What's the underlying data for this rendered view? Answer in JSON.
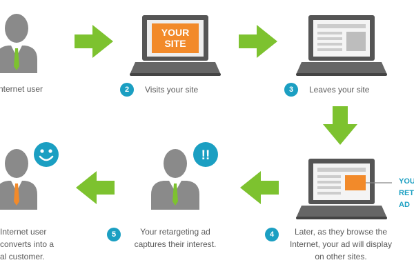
{
  "colors": {
    "arrow_green": "#7dc22f",
    "step_blue": "#1b9fc2",
    "site_orange": "#f28a2a",
    "person_gray": "#8a8a8a",
    "laptop_dark": "#555555",
    "text_gray": "#5a5a5a"
  },
  "steps": [
    {
      "number": "",
      "lines": [
        "nternet user"
      ],
      "icon": "person-icon"
    },
    {
      "number": "2",
      "lines": [
        "Visits your site"
      ],
      "icon": "laptop-your-site-icon"
    },
    {
      "number": "3",
      "lines": [
        "Leaves your site"
      ],
      "icon": "laptop-webpage-icon"
    },
    {
      "number": "4",
      "lines": [
        "Later, as they browse the",
        "Internet, your ad will display",
        "on other sites."
      ],
      "icon": "laptop-ad-icon"
    },
    {
      "number": "5",
      "lines": [
        "Your retargeting ad",
        "captures their interest."
      ],
      "icon": "person-interest-icon"
    },
    {
      "number": "",
      "lines": [
        "Internet user",
        "converts into a",
        "al customer."
      ],
      "icon": "person-happy-icon"
    }
  ],
  "screen_labels": {
    "your_site_line1": "YOUR",
    "your_site_line2": "SITE",
    "ad_callout": [
      "YOU",
      "RET",
      "AD"
    ]
  },
  "badges": {
    "interest": "!!",
    "happy": ""
  }
}
